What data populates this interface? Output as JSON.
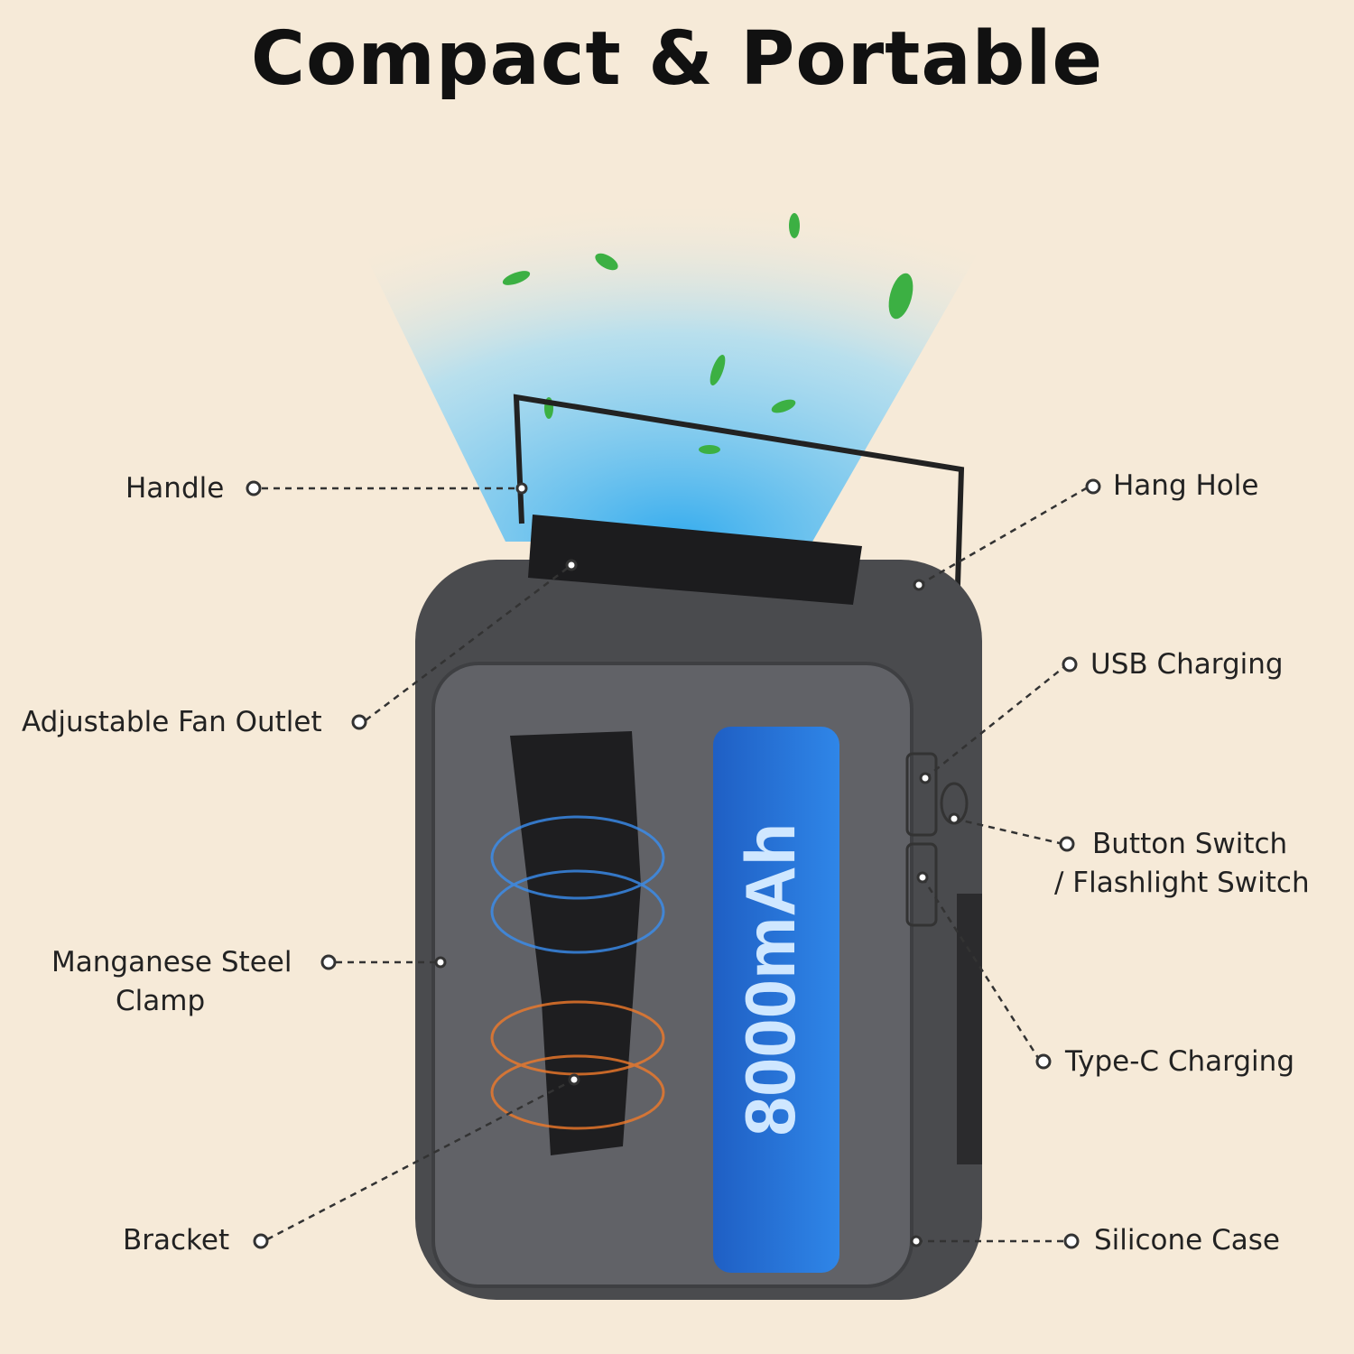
{
  "title": "Compact & Portable",
  "capacity_label": "8000mAh",
  "callouts": {
    "handle": "Handle",
    "fan_outlet": "Adjustable Fan Outlet",
    "clamp_line1": "Manganese Steel",
    "clamp_line2": "Clamp",
    "bracket": "Bracket",
    "hang_hole": "Hang Hole",
    "usb": "USB Charging",
    "button_line1": "Button Switch",
    "button_line2": "/ Flashlight Switch",
    "typec": "Type-C Charging",
    "case": "Silicone Case"
  },
  "colors": {
    "background": "#f6ead8",
    "device": "#4a4b4e",
    "battery": "#2a74d6",
    "airflow": "#5fc8f5",
    "leaf": "#3cb043"
  }
}
